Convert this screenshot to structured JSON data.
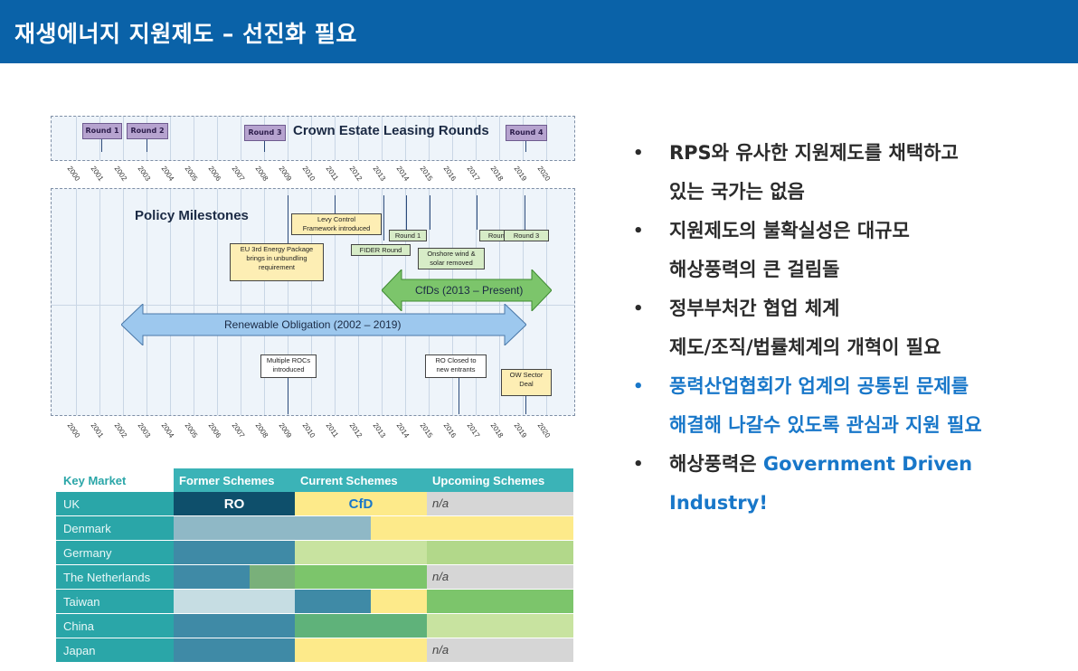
{
  "header": {
    "title": "재생에너지 지원제도 – 선진화 필요"
  },
  "figure": {
    "crown_title": "Crown Estate Leasing Rounds",
    "rounds": [
      "Round 1",
      "Round 2",
      "Round 3",
      "Round 4"
    ],
    "years_top": [
      "2000",
      "2001",
      "2002",
      "2003",
      "2004",
      "2005",
      "2006",
      "2007",
      "2008",
      "2009",
      "2010",
      "2011",
      "2012",
      "2013",
      "2014",
      "2015",
      "2016",
      "2017",
      "2018",
      "2019",
      "2020"
    ],
    "years_bottom": [
      "2000",
      "2001",
      "2002",
      "2003",
      "2004",
      "2005",
      "2006",
      "2007",
      "2008",
      "2009",
      "2010",
      "2011",
      "2012",
      "2013",
      "2014",
      "2015",
      "2016",
      "2017",
      "2018",
      "2019",
      "2020"
    ],
    "policy_title": "Policy Milestones",
    "levy_a": "Levy Control",
    "levy_b": "Framework introduced",
    "eu_a": "EU 3rd Energy Package",
    "eu_b": "brings in unbundling",
    "eu_c": "requirement",
    "fider": "FIDER Round",
    "cfd_round1": "Round 1",
    "cfd_round2": "Round 2",
    "cfd_round3": "Round 3",
    "onshore_a": "Onshore wind &",
    "onshore_b": "solar removed",
    "cfds": "CfDs (2013 – Present)",
    "ro": "Renewable Obligation (2002 – 2019)",
    "rocs_a": "Multiple ROCs",
    "rocs_b": "introduced",
    "roclosed_a": "RO Closed to",
    "roclosed_b": "new entrants",
    "ow_a": "OW Sector",
    "ow_b": "Deal"
  },
  "market_table": {
    "headers": [
      "Key Market",
      "Former Schemes",
      "Current Schemes",
      "Upcoming Schemes"
    ],
    "uk_ro": "RO",
    "uk_cfd": "CfD",
    "na": "n/a",
    "countries": [
      "UK",
      "Denmark",
      "Germany",
      "The Netherlands",
      "Taiwan",
      "China",
      "Japan"
    ]
  },
  "bullets": {
    "b1_line1": "RPS와 유사한 지원제도를 채택하고",
    "b1_line2": "있는 국가는 없음",
    "b2_line1": "지원제도의 불확실성은 대규모",
    "b2_line2": "해상풍력의 큰 걸림돌",
    "b3_line1": "정부부처간 협업 체계",
    "b3_line2": "제도/조직/법률체계의 개혁이 필요",
    "b4_line1": "풍력산업협회가 업계의 공통된 문제를",
    "b4_line2": "해결해 나갈수 있도록 관심과 지원 필요",
    "b5_prefix": "해상풍력은 ",
    "b5_highlight_a": "Government Driven",
    "b5_highlight_b": "Industry!",
    "bullet_char": "•"
  },
  "colors": {
    "header_bg": "#0a62a8",
    "accent_blue": "#1877c9",
    "teal": "#2aa6a8",
    "ro_dark": "#0e4f6b",
    "cfd_yellow": "#fdea8a",
    "former_blue": "#3f8aa6",
    "green": "#7cc56b",
    "na_grey": "#d6d6d6"
  }
}
